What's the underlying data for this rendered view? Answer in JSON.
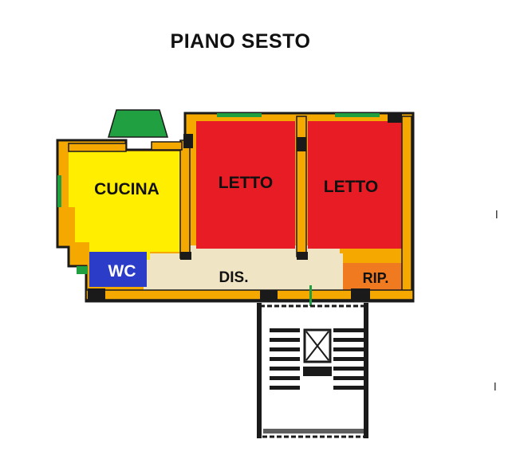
{
  "title": "PIANO SESTO",
  "colors": {
    "wall": "#1a1a1a",
    "wall_fill": "#f5a800",
    "window": "#20a040",
    "kitchen": "#ffee00",
    "bedroom": "#e81c24",
    "wc": "#2a3cc8",
    "hall": "#efe4c4",
    "storage": "#f07a20",
    "door_line": "#20a040"
  },
  "rooms": {
    "kitchen": "CUCINA",
    "bedroom1": "LETTO",
    "bedroom2": "LETTO",
    "wc": "WC",
    "hall": "DIS.",
    "storage": "RIP."
  }
}
